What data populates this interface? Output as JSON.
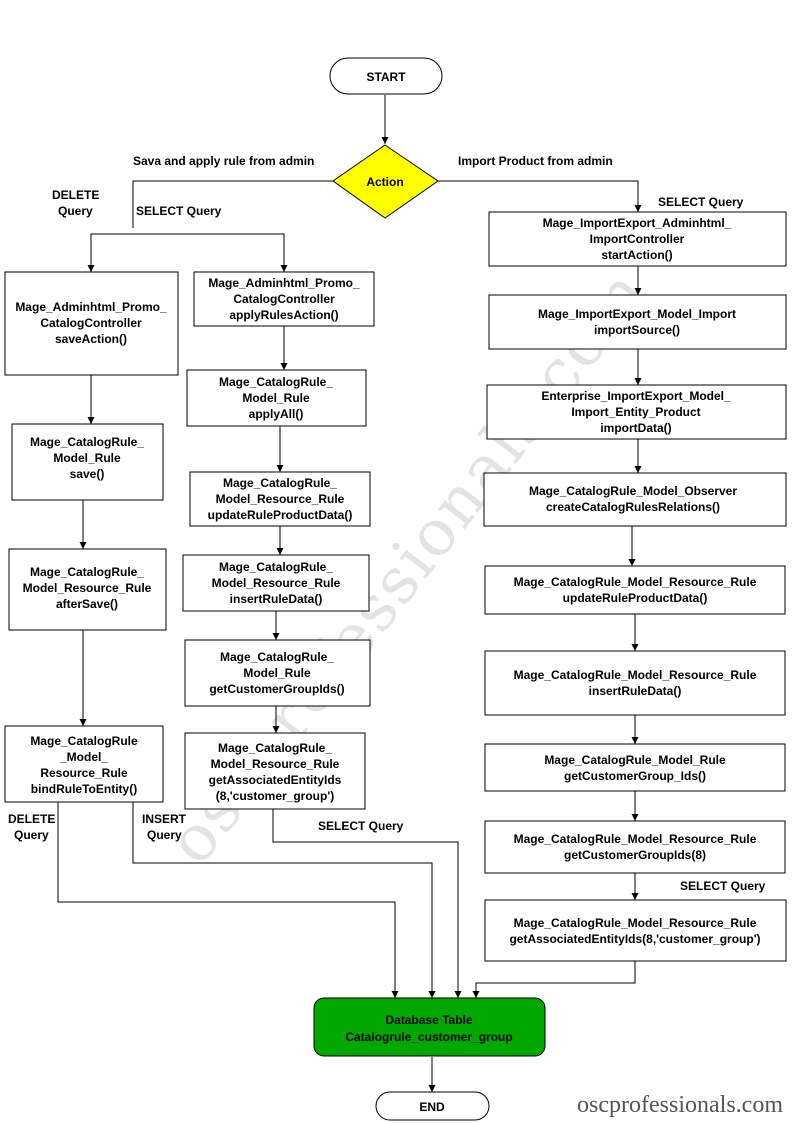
{
  "watermark": "oscprofessionals.com",
  "brand": "oscprofessionals.com",
  "colors": {
    "decision": "#ffff00",
    "database": "#00a800",
    "database_text": "#ffffff"
  },
  "nodes": {
    "start": "START",
    "end": "END",
    "action": "Action",
    "db": [
      "Database Table",
      "Catalogrule_customer_group"
    ],
    "left_save": [
      "Mage_Adminhtml_Promo_",
      "CatalogController",
      "saveAction()"
    ],
    "left_rule_save": [
      "Mage_CatalogRule_",
      "Model_Rule",
      "save()"
    ],
    "left_after_save": [
      "Mage_CatalogRule_",
      "Model_Resource_Rule",
      "afterSave()"
    ],
    "left_bind": [
      "Mage_CatalogRule",
      "_Model_",
      "Resource_Rule",
      "bindRuleToEntity()"
    ],
    "mid_apply": [
      "Mage_Adminhtml_Promo_",
      "CatalogController",
      "applyRulesAction()"
    ],
    "mid_apply_all": [
      "Mage_CatalogRule_",
      "Model_Rule",
      "applyAll()"
    ],
    "mid_update": [
      "Mage_CatalogRule_",
      "Model_Resource_Rule",
      "updateRuleProductData()"
    ],
    "mid_insert": [
      "Mage_CatalogRule_",
      "Model_Resource_Rule",
      "insertRuleData()"
    ],
    "mid_groups": [
      "Mage_CatalogRule_",
      "Model_Rule",
      "getCustomerGroupIds()"
    ],
    "mid_assoc": [
      "Mage_CatalogRule_",
      "Model_Resource_Rule",
      "getAssociatedEntityIds",
      "(8,'customer_group')"
    ],
    "right_start": [
      "Mage_ImportExport_Adminhtml_",
      "ImportController",
      "startAction()"
    ],
    "right_import": [
      "Mage_ImportExport_Model_Import",
      "importSource()"
    ],
    "right_product": [
      "Enterprise_ImportExport_Model_",
      "Import_Entity_Product",
      "importData()"
    ],
    "right_observer": [
      "Mage_CatalogRule_Model_Observer",
      "createCatalogRulesRelations()"
    ],
    "right_update": [
      "Mage_CatalogRule_Model_Resource_Rule",
      "updateRuleProductData()"
    ],
    "right_insert": [
      "Mage_CatalogRule_Model_Resource_Rule",
      "insertRuleData()"
    ],
    "right_group_ids": [
      "Mage_CatalogRule_Model_Rule",
      "getCustomerGroup_Ids()"
    ],
    "right_group_ids8": [
      "Mage_CatalogRule_Model_Resource_Rule",
      "getCustomerGroupIds(8)"
    ],
    "right_assoc": [
      "Mage_CatalogRule_Model_Resource_Rule",
      "getAssociatedEntityIds(8,'customer_group')"
    ]
  },
  "labels": {
    "save_apply": "Sava and apply rule from admin",
    "import_product": "Import Product from admin",
    "delete_query_top": [
      "DELETE",
      "Query"
    ],
    "select_query_left": "SELECT Query",
    "select_query_right_top": "SELECT Query",
    "delete_query_bottom": [
      "DELETE",
      "Query"
    ],
    "insert_query": [
      "INSERT",
      "Query"
    ],
    "select_query_mid": "SELECT Query",
    "select_query_right_bottom": "SELECT Query"
  }
}
